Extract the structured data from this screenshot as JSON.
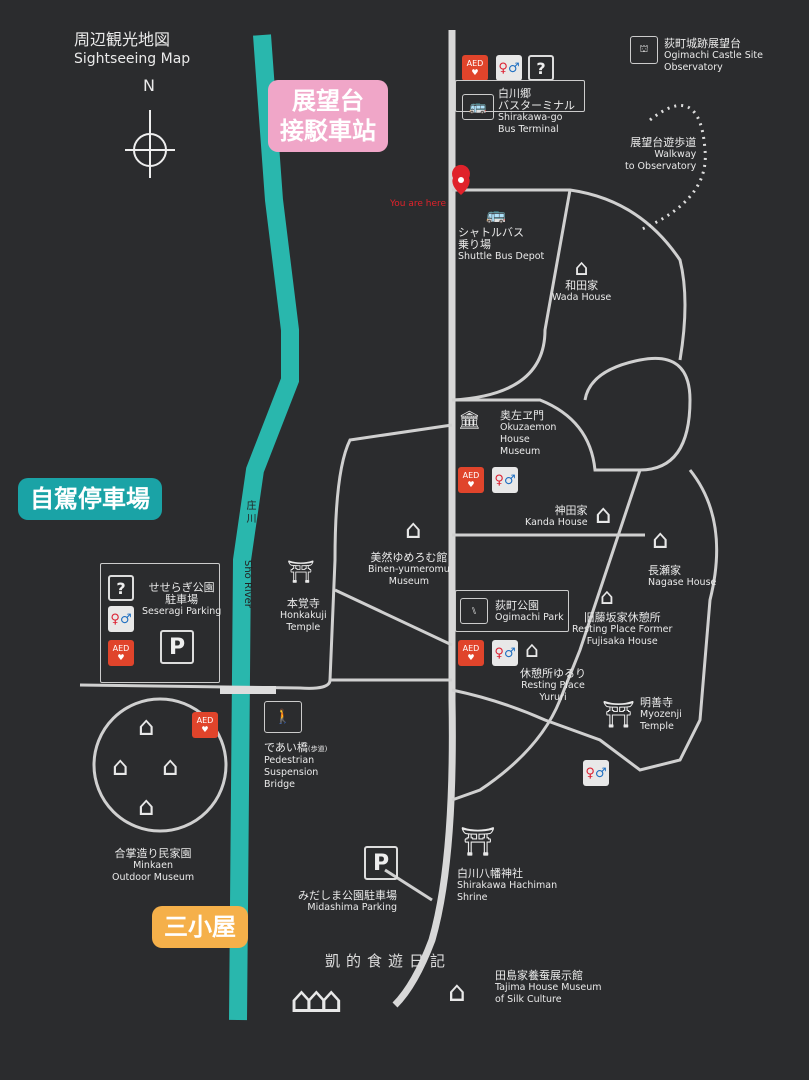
{
  "title": {
    "jp": "周辺観光地図",
    "en": "Sightseeing Map"
  },
  "compass": {
    "label": "N"
  },
  "callouts": {
    "observatory_shuttle": {
      "line1": "展望台",
      "line2": "接駁車站",
      "color": "#f0a6c8"
    },
    "parking": {
      "text": "自駕停車場",
      "color": "#1aa3a6"
    },
    "three_houses": {
      "text": "三小屋",
      "color": "#f5b04a"
    }
  },
  "you_are_here": "You are here",
  "river": {
    "jp": "庄 川",
    "en": "Sho River",
    "color": "#29b7ad"
  },
  "places": {
    "bus_terminal": {
      "jp1": "白川郷",
      "jp2": "バスターミナル",
      "en1": "Shirakawa-go",
      "en2": "Bus Terminal"
    },
    "castle_observatory": {
      "jp": "荻町城跡展望台",
      "en1": "Ogimachi Castle Site",
      "en2": "Observatory"
    },
    "walkway": {
      "jp": "展望台遊歩道",
      "en1": "Walkway",
      "en2": "to Observatory"
    },
    "shuttle_depot": {
      "jp1": "シャトルバス",
      "jp2": "乗り場",
      "en": "Shuttle Bus Depot"
    },
    "wada": {
      "jp": "和田家",
      "en": "Wada House"
    },
    "okuzaemon": {
      "jp": "奥左ヱ門",
      "en1": "Okuzaemon",
      "en2": "House",
      "en3": "Museum"
    },
    "kanda": {
      "jp": "神田家",
      "en": "Kanda House"
    },
    "nagase": {
      "jp": "長瀬家",
      "en": "Nagase House"
    },
    "binen": {
      "jp": "美然ゆめろむ館",
      "en1": "Binen-yumeromu",
      "en2": "Museum"
    },
    "honkakuji": {
      "jp": "本覚寺",
      "en1": "Honkakuji",
      "en2": "Temple"
    },
    "seseragi": {
      "jp1": "せせらぎ公園",
      "jp2": "駐車場",
      "en": "Seseragi Parking"
    },
    "ogimachi_park": {
      "jp": "荻町公園",
      "en": "Ogimachi Park"
    },
    "fujisaka": {
      "jp": "旧藤坂家休憩所",
      "en1": "Resting Place Former",
      "en2": "Fujisaka House"
    },
    "yururi": {
      "jp": "休憩所ゆるり",
      "en1": "Resting Place",
      "en2": "Yururi"
    },
    "myozenji": {
      "jp": "明善寺",
      "en1": "Myozenji",
      "en2": "Temple"
    },
    "deai_bridge": {
      "jp": "であい橋",
      "jp_small": "(歩道)",
      "en1": "Pedestrian",
      "en2": "Suspension",
      "en3": "Bridge"
    },
    "minkaen": {
      "jp": "合掌造り民家園",
      "en1": "Minkaen",
      "en2": "Outdoor Museum"
    },
    "midashima": {
      "jp": "みだしま公園駐車場",
      "en": "Midashima Parking"
    },
    "hachiman": {
      "jp": "白川八幡神社",
      "en1": "Shirakawa Hachiman",
      "en2": "Shrine"
    },
    "tajima": {
      "jp": "田島家養蚕展示館",
      "en1": "Tajima House Museum",
      "en2": "of Silk Culture"
    }
  },
  "icons": {
    "aed": "AED",
    "toilet": "toilet-icon",
    "info": "?",
    "parking": "P"
  },
  "watermark": "凱的食遊日記"
}
